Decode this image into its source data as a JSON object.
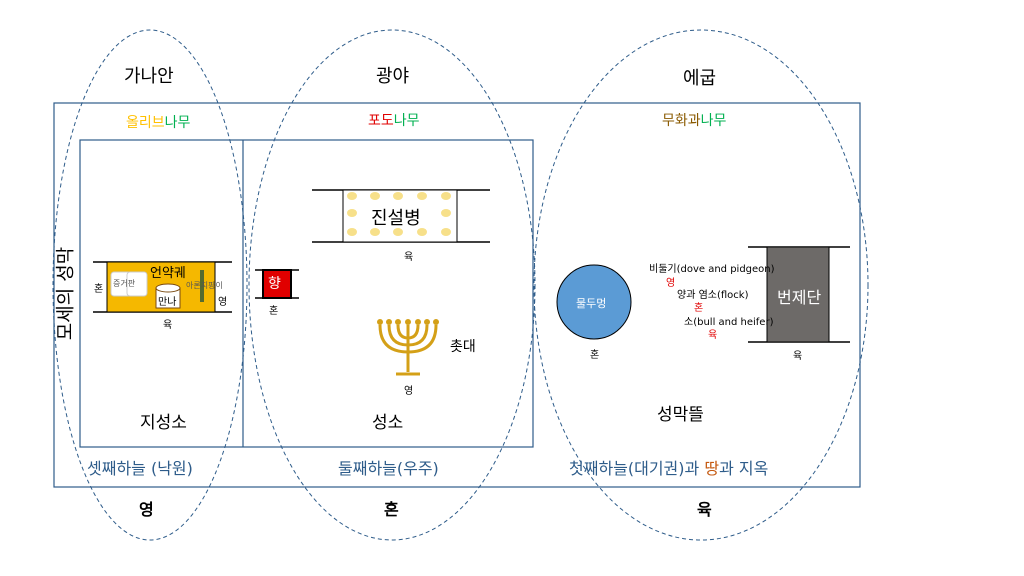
{
  "regions": {
    "canaan": "가나안",
    "wilderness": "광야",
    "egypt": "에굽"
  },
  "trees": {
    "olive_a": "올리브",
    "olive_b": "나무",
    "grape_a": "포도",
    "grape_b": "나무",
    "fig_a": "무화과",
    "fig_b": "나무"
  },
  "side_title": "모세의 성막",
  "holy_of_holies": {
    "ark": "언약궤",
    "tablets": "증거판",
    "manna": "만나",
    "rod": "아론지팡이",
    "left": "혼",
    "right": "영",
    "bottom": "육",
    "label": "지성소"
  },
  "incense": {
    "label": "향",
    "bottom": "혼"
  },
  "holy_place": {
    "bread": "진설병",
    "bread_bottom": "육",
    "lampstand": "촛대",
    "lamp_bottom": "영",
    "label": "성소"
  },
  "court": {
    "laver": "물두멍",
    "laver_bottom": "혼",
    "altar": "번제단",
    "altar_bottom": "육",
    "dove": "비둘기(dove and pidgeon)",
    "dove_tag": "영",
    "flock": "양과 염소(flock)",
    "flock_tag": "혼",
    "bull": "소(bull and heifer)",
    "bull_tag": "육",
    "label": "성막뜰"
  },
  "heavens": {
    "third": "셋째하늘 (낙원)",
    "second": "둘째하늘(우주)",
    "first_a": "첫째하늘(대기권)과 ",
    "first_b": "땅",
    "first_c": "과 지옥"
  },
  "bottom": {
    "spirit": "영",
    "soul": "혼",
    "body": "육"
  },
  "colors": {
    "frame": "#2e5c8a",
    "gold": "#f5b800",
    "red": "#e00000",
    "laver": "#5b9bd5",
    "altar": "#6d6a68"
  }
}
